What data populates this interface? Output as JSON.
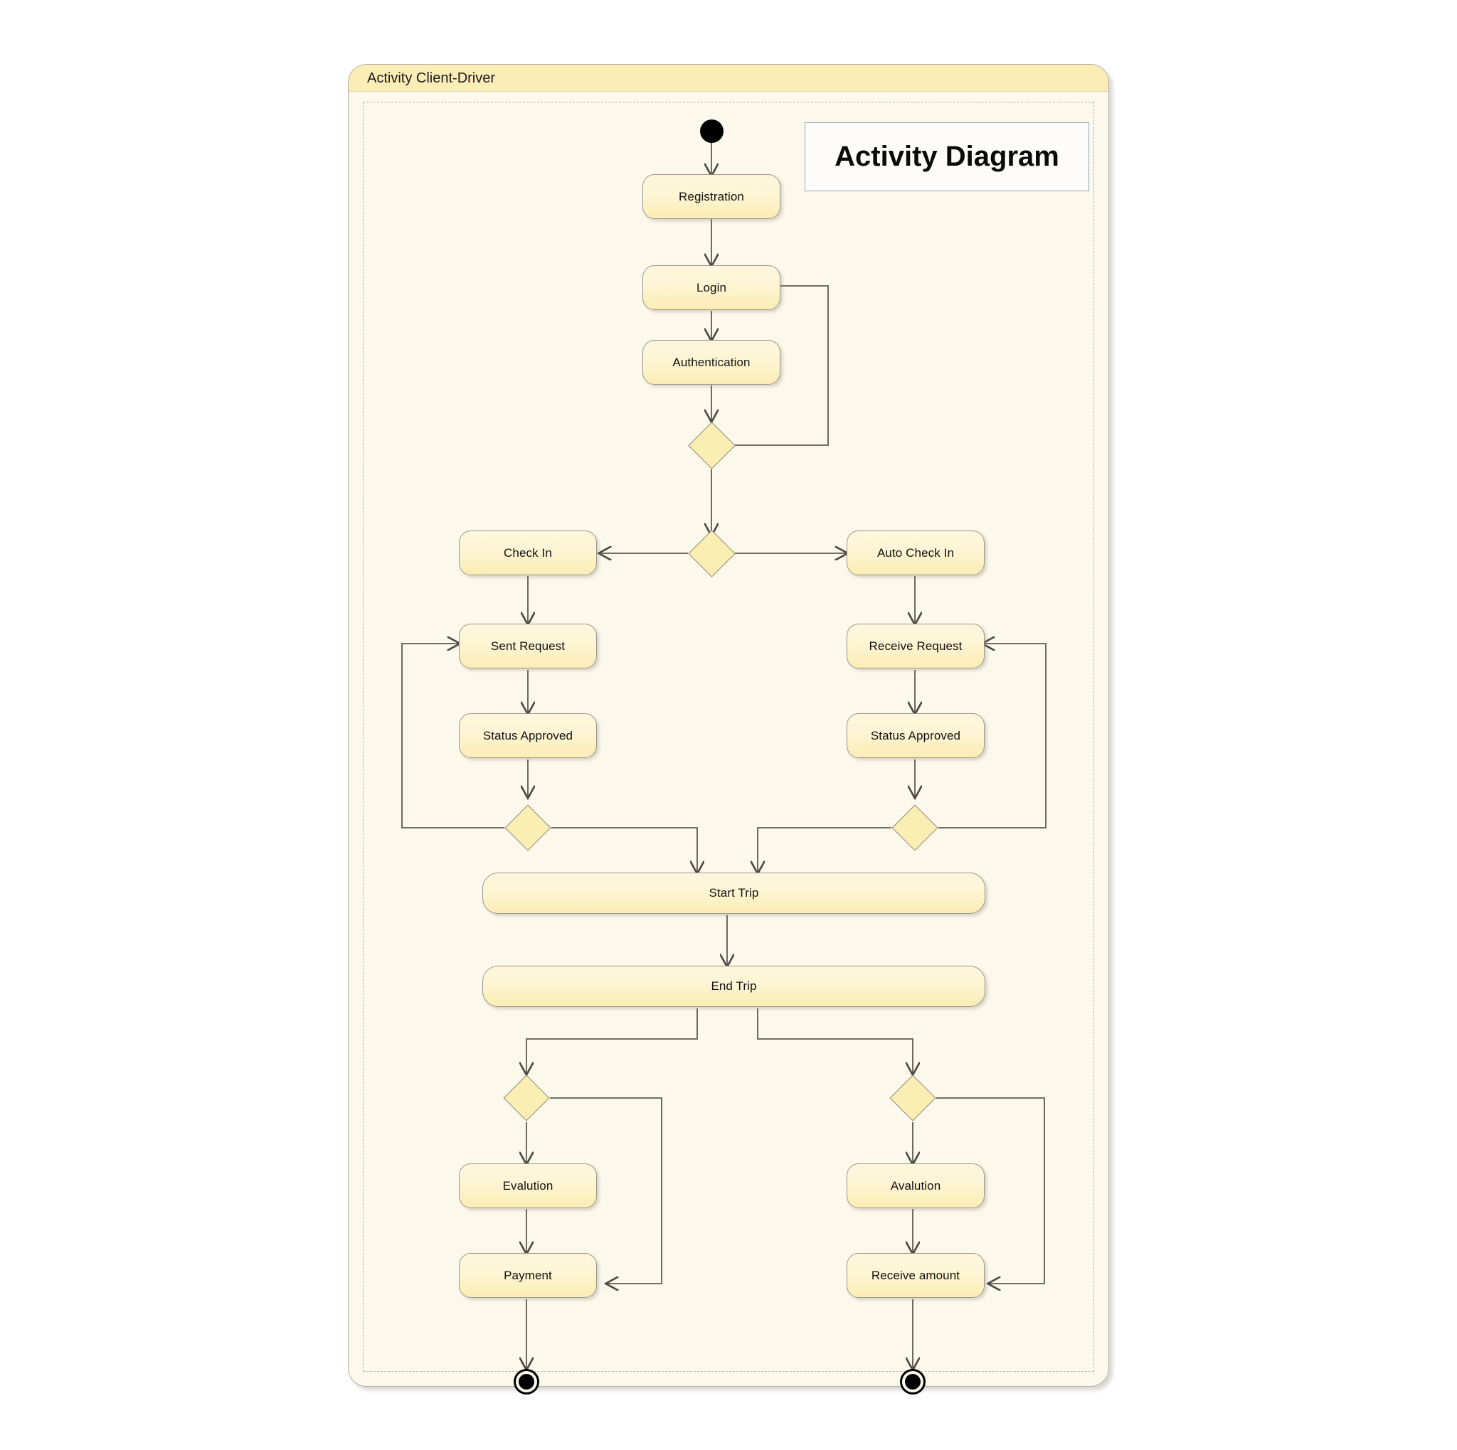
{
  "frame": {
    "title": "Activity Client-Driver"
  },
  "callout": {
    "title": "Activity Diagram"
  },
  "colors": {
    "frame_background": "#fdf8ec",
    "frame_header": "#faedb6",
    "node_fill_top": "#fdf6dd",
    "node_fill_bottom": "#fcedb4",
    "node_border": "#9c978c",
    "diamond_fill": "#fbeeb2",
    "edge_stroke": "#5d5a52",
    "callout_border": "#8fa8bd",
    "initial_final_node": "#000000"
  },
  "nodes": {
    "registration": "Registration",
    "login": "Login",
    "authentication": "Authentication",
    "check_in": "Check In",
    "auto_check_in": "Auto Check In",
    "sent_request": "Sent Request",
    "receive_request": "Receive Request",
    "status_approved_left": "Status Approved",
    "status_approved_right": "Status Approved",
    "start_trip": "Start Trip",
    "end_trip": "End Trip",
    "evalution": "Evalution",
    "avalution": "Avalution",
    "payment": "Payment",
    "receive_amount": "Receive amount"
  },
  "control_nodes": {
    "initial": "initial-node",
    "decision_auth": "decision-node",
    "decision_checkin": "decision-node",
    "merge_left": "merge-node",
    "merge_right": "merge-node",
    "decision_left_bottom": "decision-node",
    "decision_right_bottom": "decision-node",
    "final_left": "final-node",
    "final_right": "final-node"
  },
  "chart_data": {
    "type": "diagram",
    "diagram_kind": "uml-activity-diagram",
    "title": "Activity Client-Driver",
    "callout_label": "Activity Diagram",
    "nodes": [
      {
        "id": "initial",
        "type": "initial",
        "label": ""
      },
      {
        "id": "registration",
        "type": "action",
        "label": "Registration"
      },
      {
        "id": "login",
        "type": "action",
        "label": "Login"
      },
      {
        "id": "authentication",
        "type": "action",
        "label": "Authentication"
      },
      {
        "id": "d_auth",
        "type": "decision",
        "label": ""
      },
      {
        "id": "d_checkin",
        "type": "decision",
        "label": ""
      },
      {
        "id": "check_in",
        "type": "action",
        "label": "Check In"
      },
      {
        "id": "auto_check_in",
        "type": "action",
        "label": "Auto Check In"
      },
      {
        "id": "sent_request",
        "type": "action",
        "label": "Sent Request"
      },
      {
        "id": "receive_request",
        "type": "action",
        "label": "Receive Request"
      },
      {
        "id": "status_approved_l",
        "type": "action",
        "label": "Status Approved"
      },
      {
        "id": "status_approved_r",
        "type": "action",
        "label": "Status Approved"
      },
      {
        "id": "merge_l",
        "type": "decision",
        "label": ""
      },
      {
        "id": "merge_r",
        "type": "decision",
        "label": ""
      },
      {
        "id": "start_trip",
        "type": "action",
        "label": "Start Trip"
      },
      {
        "id": "end_trip",
        "type": "action",
        "label": "End Trip"
      },
      {
        "id": "d_left_bottom",
        "type": "decision",
        "label": ""
      },
      {
        "id": "d_right_bottom",
        "type": "decision",
        "label": ""
      },
      {
        "id": "evalution",
        "type": "action",
        "label": "Evalution"
      },
      {
        "id": "avalution",
        "type": "action",
        "label": "Avalution"
      },
      {
        "id": "payment",
        "type": "action",
        "label": "Payment"
      },
      {
        "id": "receive_amount",
        "type": "action",
        "label": "Receive amount"
      },
      {
        "id": "final_l",
        "type": "final",
        "label": ""
      },
      {
        "id": "final_r",
        "type": "final",
        "label": ""
      }
    ],
    "edges": [
      {
        "from": "initial",
        "to": "registration"
      },
      {
        "from": "registration",
        "to": "login"
      },
      {
        "from": "login",
        "to": "authentication"
      },
      {
        "from": "authentication",
        "to": "d_auth"
      },
      {
        "from": "d_auth",
        "to": "login",
        "note": "loop back right"
      },
      {
        "from": "d_auth",
        "to": "d_checkin"
      },
      {
        "from": "d_checkin",
        "to": "check_in"
      },
      {
        "from": "d_checkin",
        "to": "auto_check_in"
      },
      {
        "from": "check_in",
        "to": "sent_request"
      },
      {
        "from": "auto_check_in",
        "to": "receive_request"
      },
      {
        "from": "sent_request",
        "to": "status_approved_l"
      },
      {
        "from": "receive_request",
        "to": "status_approved_r"
      },
      {
        "from": "status_approved_l",
        "to": "merge_l"
      },
      {
        "from": "status_approved_r",
        "to": "merge_r"
      },
      {
        "from": "merge_l",
        "to": "sent_request",
        "note": "loop back left"
      },
      {
        "from": "merge_r",
        "to": "receive_request",
        "note": "loop back right"
      },
      {
        "from": "merge_l",
        "to": "start_trip"
      },
      {
        "from": "merge_r",
        "to": "start_trip"
      },
      {
        "from": "start_trip",
        "to": "end_trip"
      },
      {
        "from": "end_trip",
        "to": "d_left_bottom"
      },
      {
        "from": "end_trip",
        "to": "d_right_bottom"
      },
      {
        "from": "d_left_bottom",
        "to": "evalution"
      },
      {
        "from": "d_right_bottom",
        "to": "avalution"
      },
      {
        "from": "d_left_bottom",
        "to": "payment",
        "note": "bypass right"
      },
      {
        "from": "d_right_bottom",
        "to": "receive_amount",
        "note": "bypass right"
      },
      {
        "from": "evalution",
        "to": "payment"
      },
      {
        "from": "avalution",
        "to": "receive_amount"
      },
      {
        "from": "payment",
        "to": "final_l"
      },
      {
        "from": "receive_amount",
        "to": "final_r"
      }
    ]
  }
}
